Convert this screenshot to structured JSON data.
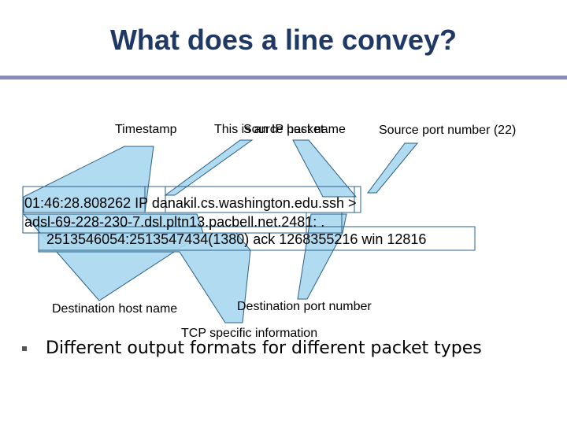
{
  "slide": {
    "title": "What does a line convey?"
  },
  "labels": {
    "timestamp": "Timestamp",
    "this_is_an_ip_packet": "This is an IP packet",
    "source_host_name": "Source host name",
    "source_port_number": "Source port number (22)",
    "destination_host_name": "Destination host name",
    "destination_port_number": "Destination port number",
    "tcp_specific_information": "TCP specific information"
  },
  "packet_line": {
    "line1": "01:46:28.808262 IP danakil.cs.washington.edu.ssh >",
    "line2": "adsl-69-228-230-7.dsl.pltn13.pacbell.net.2481: .",
    "line3": "2513546054:2513547434(1380) ack 1268355216 win 12816"
  },
  "bullets": [
    {
      "text": "Different output formats for different packet types"
    }
  ],
  "colors": {
    "title": "#1f3864",
    "callout_fill": "#a9d8ef",
    "callout_stroke": "#2b5f88",
    "rule": "#8a8cb8"
  }
}
